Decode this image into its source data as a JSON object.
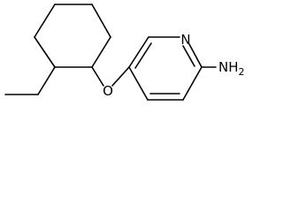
{
  "structure": {
    "atom_labels": {
      "oxygen": "O",
      "nitrogen": "N",
      "amine": "NH",
      "amine_subscript": "2"
    },
    "colors": {
      "bond": "#000000",
      "label": "#000000",
      "background": "#ffffff"
    }
  }
}
